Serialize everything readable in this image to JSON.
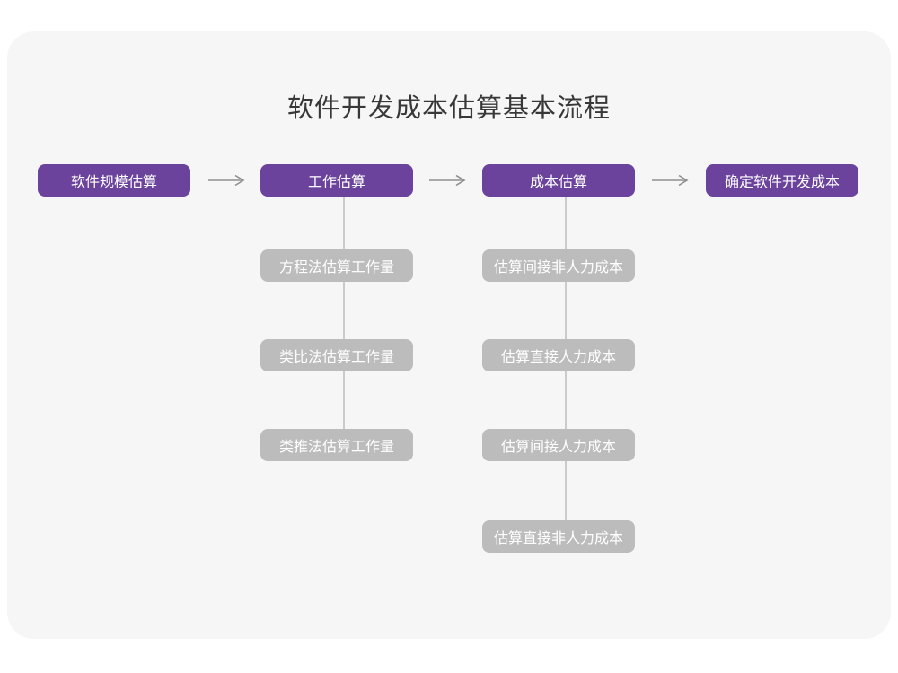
{
  "page": {
    "title": "软件开发成本估算基本流程"
  },
  "colors": {
    "background": "#ffffff",
    "card": "#f6f6f6",
    "primary": "#6b429c",
    "secondary": "#bcbcbc",
    "connector": "#cbcbcb",
    "arrow": "#8f8f8f",
    "title_text": "#383838",
    "box_text": "#ffffff"
  },
  "flow": {
    "main_nodes": [
      {
        "label": "软件规模估算"
      },
      {
        "label": "工作估算"
      },
      {
        "label": "成本估算"
      },
      {
        "label": "确定软件开发成本"
      }
    ],
    "branches": [
      {
        "parent": "工作估算",
        "children": [
          "方程法估算工作量",
          "类比法估算工作量",
          "类推法估算工作量"
        ]
      },
      {
        "parent": "成本估算",
        "children": [
          "估算间接非人力成本",
          "估算直接人力成本",
          "估算间接人力成本",
          "估算直接非人力成本"
        ]
      }
    ]
  }
}
